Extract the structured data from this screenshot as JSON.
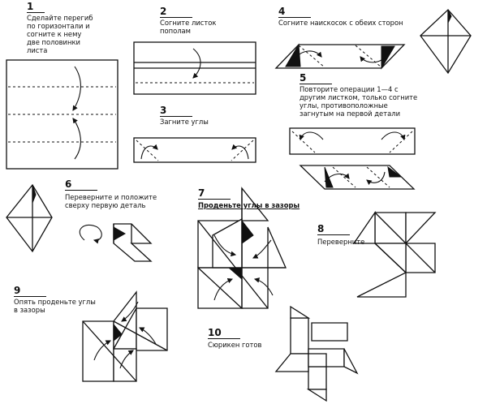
{
  "steps": [
    {
      "num": "1",
      "text": "Сделайте перегиб\nпо горизонтали и\nсогните к нему\nдве половинки\nлиста"
    },
    {
      "num": "2",
      "text": "Согните листок\nпополам"
    },
    {
      "num": "3",
      "text": "Загните углы"
    },
    {
      "num": "4",
      "text": "Согните наискосок с обеих сторон"
    },
    {
      "num": "5",
      "text": "Повторите операции 1—4 с\nдругим листком, только согните\nуглы, противоположные\nзагнутым на первой детали"
    },
    {
      "num": "6",
      "text": "Переверните и положите\nсверху первую деталь"
    },
    {
      "num": "7",
      "text": "Проденьте углы в зазоры"
    },
    {
      "num": "8",
      "text": "Переверните"
    },
    {
      "num": "9",
      "text": "Опять проденьте углы\nв зазоры"
    },
    {
      "num": "10",
      "text": "Сюрикен готов"
    }
  ]
}
